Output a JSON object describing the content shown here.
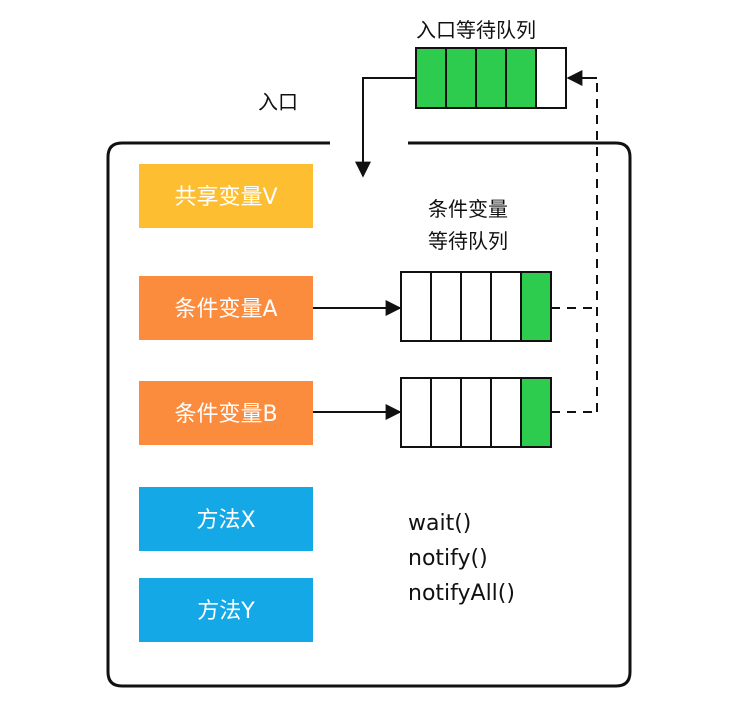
{
  "labels": {
    "entry_queue": "入口等待队列",
    "entry": "入口",
    "condition_queue_line1": "条件变量",
    "condition_queue_line2": "等待队列"
  },
  "boxes": {
    "shared_variable": "共享变量V",
    "condition_a": "条件变量A",
    "condition_b": "条件变量B",
    "method_x": "方法X",
    "method_y": "方法Y"
  },
  "methods": [
    "wait()",
    "notify()",
    "notifyAll()"
  ],
  "queues": {
    "entry": {
      "slots": 5,
      "filled": 4
    },
    "condition_a": {
      "slots": 5,
      "filled": 1
    },
    "condition_b": {
      "slots": 5,
      "filled": 1
    }
  },
  "colors": {
    "shared_variable": "#FDBE31",
    "condition": "#FB8B3D",
    "method": "#14A9E6",
    "queue_fill": "#2ECC4E",
    "stroke": "#111111"
  }
}
